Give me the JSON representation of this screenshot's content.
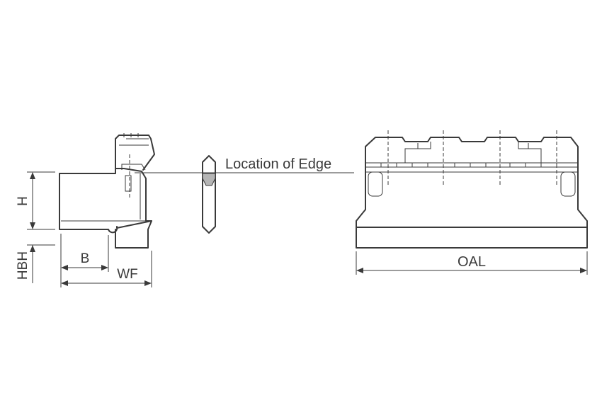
{
  "labels": {
    "location_of_edge": "Location of Edge",
    "h": "H",
    "hbh": "HBH",
    "b": "B",
    "wf": "WF",
    "oal": "OAL"
  },
  "colors": {
    "line": "#3a3a3a",
    "blade_tip": "#b5b5b5",
    "background": "#ffffff"
  }
}
